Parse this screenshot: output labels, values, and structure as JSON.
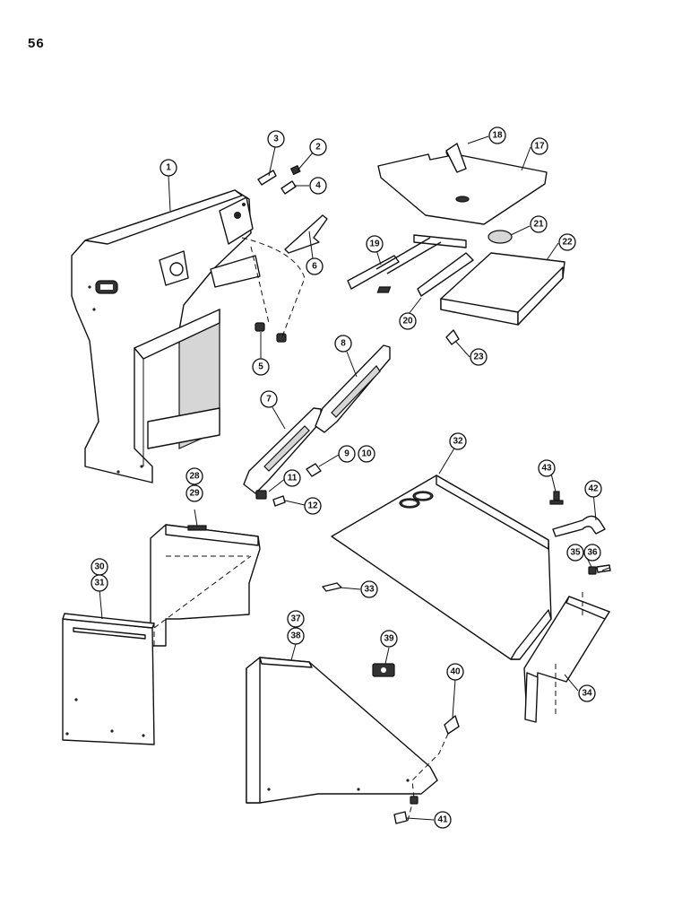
{
  "page": {
    "number": "56"
  },
  "callouts": [
    {
      "label": "1"
    },
    {
      "label": "2"
    },
    {
      "label": "3"
    },
    {
      "label": "4"
    },
    {
      "label": "5"
    },
    {
      "label": "6"
    },
    {
      "label": "7"
    },
    {
      "label": "8"
    },
    {
      "label": "9"
    },
    {
      "label": "10"
    },
    {
      "label": "11"
    },
    {
      "label": "12"
    },
    {
      "label": "17"
    },
    {
      "label": "18"
    },
    {
      "label": "19"
    },
    {
      "label": "20"
    },
    {
      "label": "21"
    },
    {
      "label": "22"
    },
    {
      "label": "23"
    },
    {
      "label": "28"
    },
    {
      "label": "29"
    },
    {
      "label": "30"
    },
    {
      "label": "31"
    },
    {
      "label": "32"
    },
    {
      "label": "33"
    },
    {
      "label": "34"
    },
    {
      "label": "35"
    },
    {
      "label": "36"
    },
    {
      "label": "37"
    },
    {
      "label": "38"
    },
    {
      "label": "39"
    },
    {
      "label": "40"
    },
    {
      "label": "41"
    },
    {
      "label": "42"
    },
    {
      "label": "43"
    }
  ]
}
